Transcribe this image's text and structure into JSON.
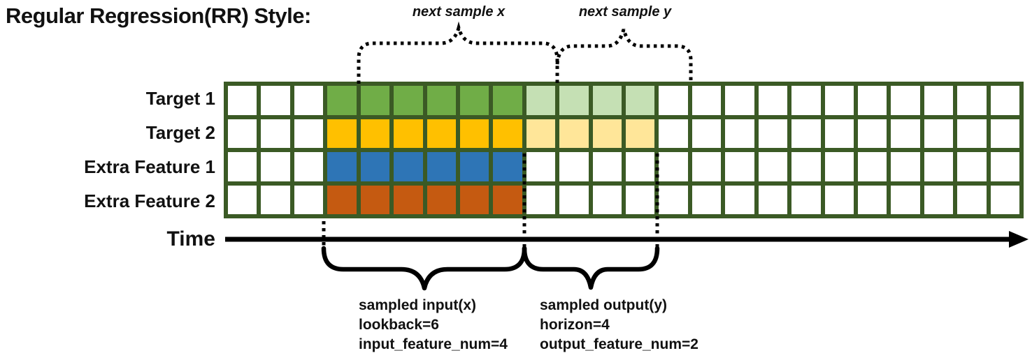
{
  "title": "Regular Regression(RR) Style:",
  "annotations": {
    "next_sample_x": "next sample x",
    "next_sample_y": "next sample y",
    "time_label": "Time"
  },
  "input_summary": {
    "lines": [
      "sampled input(x)",
      "lookback=6",
      "input_feature_num=4"
    ]
  },
  "output_summary": {
    "lines": [
      "sampled output(y)",
      "horizon=4",
      "output_feature_num=2"
    ]
  },
  "colors": {
    "grid_border": "#3B5A25",
    "green": "#70AD47",
    "light_green": "#C5E0B4",
    "yellow": "#FFC000",
    "light_yellow": "#FFE699",
    "blue": "#2E75B6",
    "orange": "#C55A11",
    "white": "#FFFFFF",
    "annotation": "#000000"
  },
  "grid": {
    "num_columns": 24,
    "num_rows": 4,
    "rows": [
      {
        "label": "Target 1",
        "segments": [
          {
            "count": 3,
            "color": "white"
          },
          {
            "count": 6,
            "color": "green"
          },
          {
            "count": 4,
            "color": "light_green"
          },
          {
            "count": 11,
            "color": "white"
          }
        ]
      },
      {
        "label": "Target 2",
        "segments": [
          {
            "count": 3,
            "color": "white"
          },
          {
            "count": 6,
            "color": "yellow"
          },
          {
            "count": 4,
            "color": "light_yellow"
          },
          {
            "count": 11,
            "color": "white"
          }
        ]
      },
      {
        "label": "Extra Feature 1",
        "segments": [
          {
            "count": 3,
            "color": "white"
          },
          {
            "count": 6,
            "color": "blue"
          },
          {
            "count": 15,
            "color": "white"
          }
        ]
      },
      {
        "label": "Extra Feature 2",
        "segments": [
          {
            "count": 3,
            "color": "white"
          },
          {
            "count": 6,
            "color": "orange"
          },
          {
            "count": 15,
            "color": "white"
          }
        ]
      }
    ]
  }
}
